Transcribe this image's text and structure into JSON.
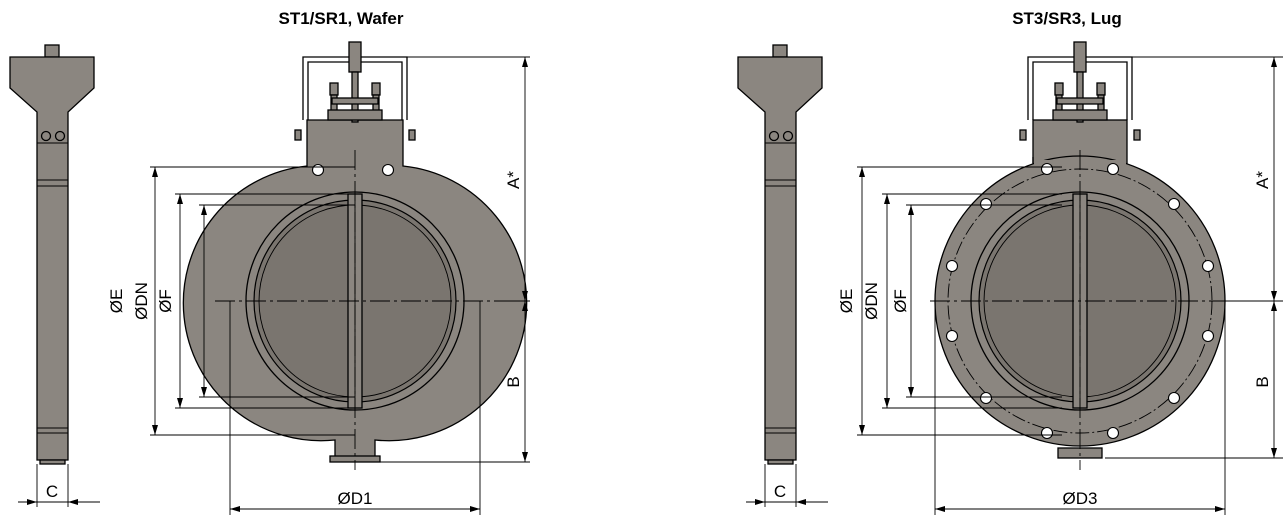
{
  "views": [
    {
      "title": "ST1/SR1, Wafer",
      "labels": {
        "E": "ØE",
        "DN": "ØDN",
        "F": "ØF",
        "A": "A*",
        "B": "B",
        "C": "C",
        "D": "ØD1"
      }
    },
    {
      "title": "ST3/SR3, Lug",
      "labels": {
        "E": "ØE",
        "DN": "ØDN",
        "F": "ØF",
        "A": "A*",
        "B": "B",
        "C": "C",
        "D": "ØD3"
      }
    }
  ],
  "colors": {
    "body": "#8b8680",
    "disc": "#7a756f",
    "line": "#000000"
  }
}
